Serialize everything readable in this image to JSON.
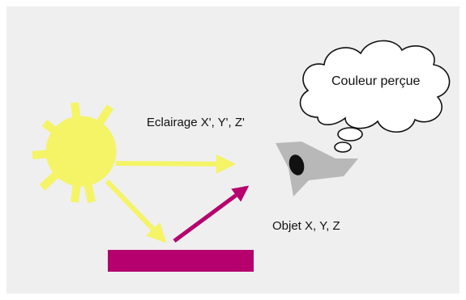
{
  "diagram": {
    "illumination_label": "Eclairage X', Y', Z'",
    "object_label": "Objet X, Y, Z",
    "perceived_label": "Couleur perçue"
  },
  "colors": {
    "background": "#efefef",
    "sun": "#f4f466",
    "object": "#b5006e",
    "eye": "#b8b8b8",
    "pupil": "#111111",
    "cloud_stroke": "#111111"
  },
  "icons": [
    "sun-icon",
    "eye-icon",
    "thought-cloud-icon"
  ]
}
